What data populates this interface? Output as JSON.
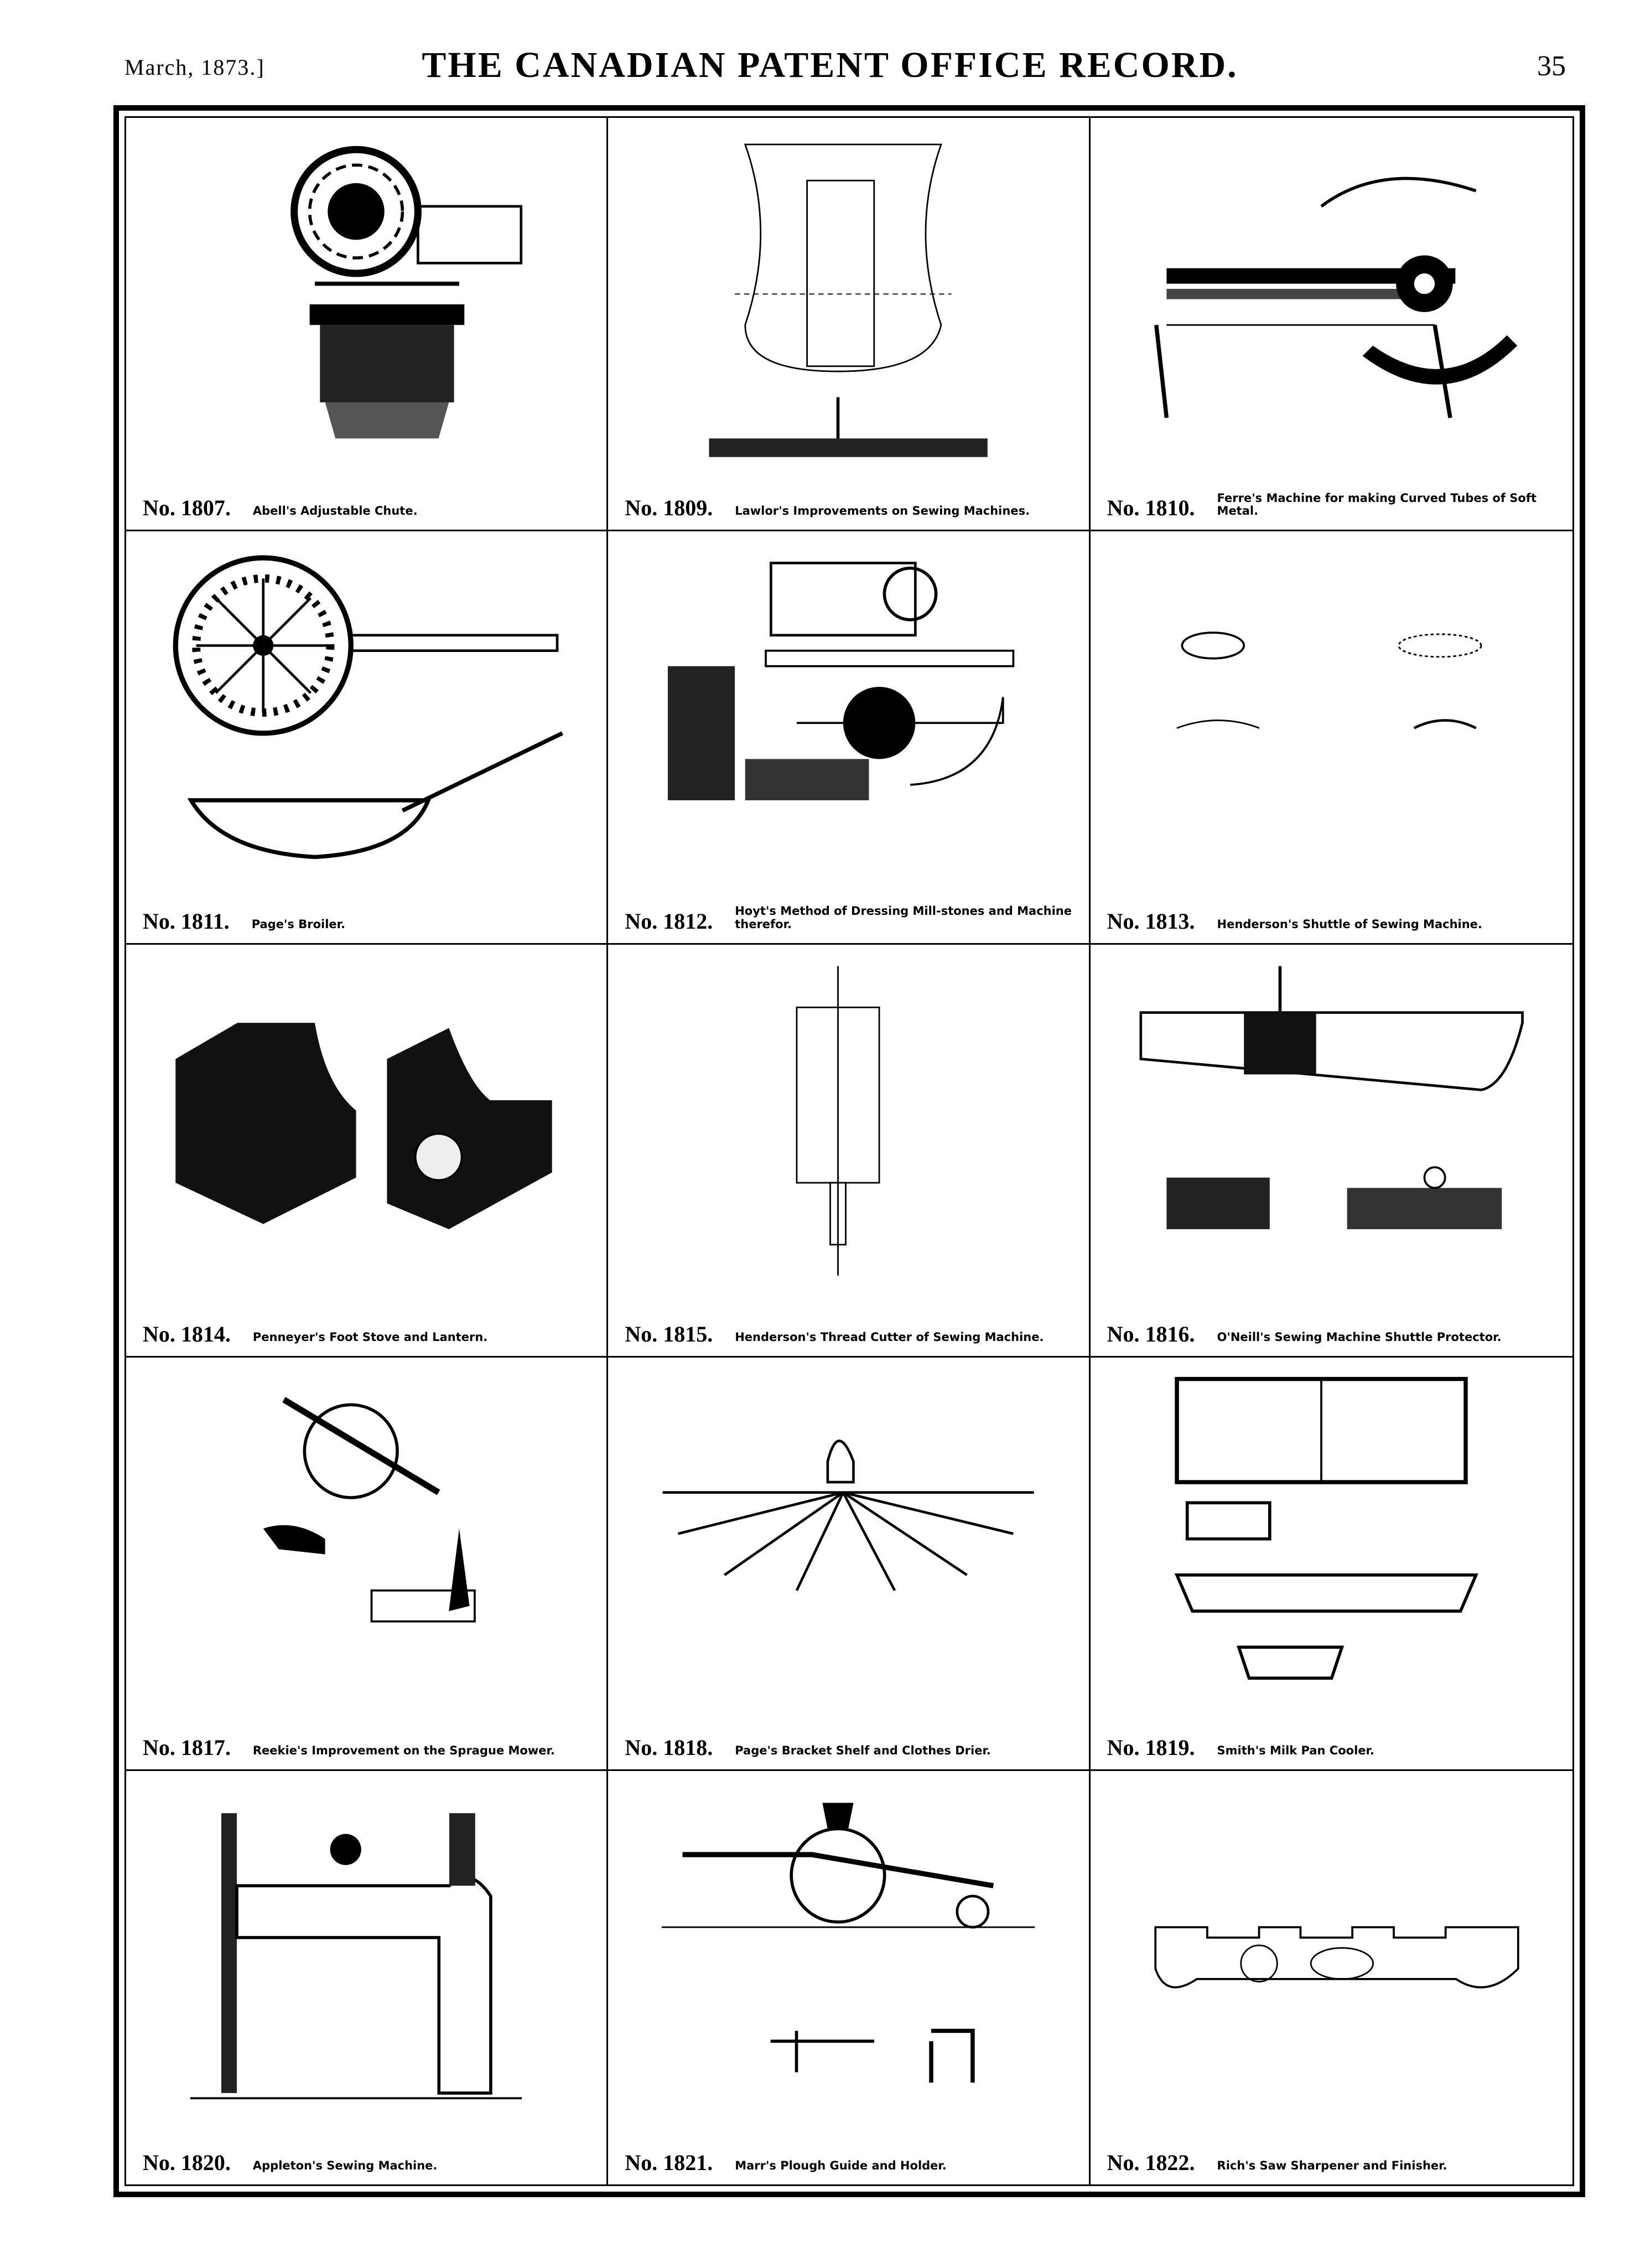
{
  "header": {
    "date": "March, 1873.]",
    "title": "THE CANADIAN PATENT OFFICE RECORD.",
    "page": "35"
  },
  "patents": [
    {
      "number": "No. 1807.",
      "title": "Abell's Adjustable Chute."
    },
    {
      "number": "No. 1809.",
      "title": "Lawlor's Improvements on Sewing Machines."
    },
    {
      "number": "No. 1810.",
      "title": "Ferre's Machine for making Curved Tubes of Soft Metal."
    },
    {
      "number": "No. 1811.",
      "title": "Page's Broiler."
    },
    {
      "number": "No. 1812.",
      "title": "Hoyt's Method of Dressing Mill-stones and Machine therefor."
    },
    {
      "number": "No. 1813.",
      "title": "Henderson's Shuttle of Sewing Machine."
    },
    {
      "number": "No. 1814.",
      "title": "Penneyer's Foot Stove and Lantern."
    },
    {
      "number": "No. 1815.",
      "title": "Henderson's Thread Cutter of Sewing Machine."
    },
    {
      "number": "No. 1816.",
      "title": "O'Neill's Sewing Machine Shuttle Protector."
    },
    {
      "number": "No. 1817.",
      "title": "Reekie's Improvement on the Sprague Mower."
    },
    {
      "number": "No. 1818.",
      "title": "Page's Bracket Shelf and Clothes Drier."
    },
    {
      "number": "No. 1819.",
      "title": "Smith's Milk Pan Cooler."
    },
    {
      "number": "No. 1820.",
      "title": "Appleton's Sewing Machine."
    },
    {
      "number": "No. 1821.",
      "title": "Marr's Plough Guide and Holder."
    },
    {
      "number": "No. 1822.",
      "title": "Rich's Saw Sharpener and Finisher."
    }
  ]
}
